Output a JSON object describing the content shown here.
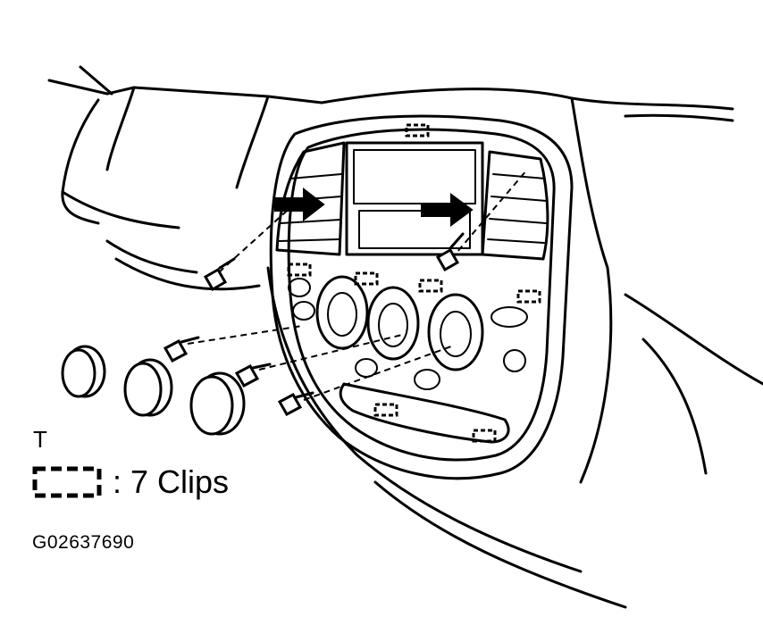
{
  "diagram": {
    "corner_letter": "T",
    "legend": {
      "icon": "dashed-clip-symbol",
      "text": ": 7 Clips"
    },
    "figure_id": "G02637690"
  },
  "colors": {
    "ink": "#000000",
    "paper": "#ffffff"
  }
}
